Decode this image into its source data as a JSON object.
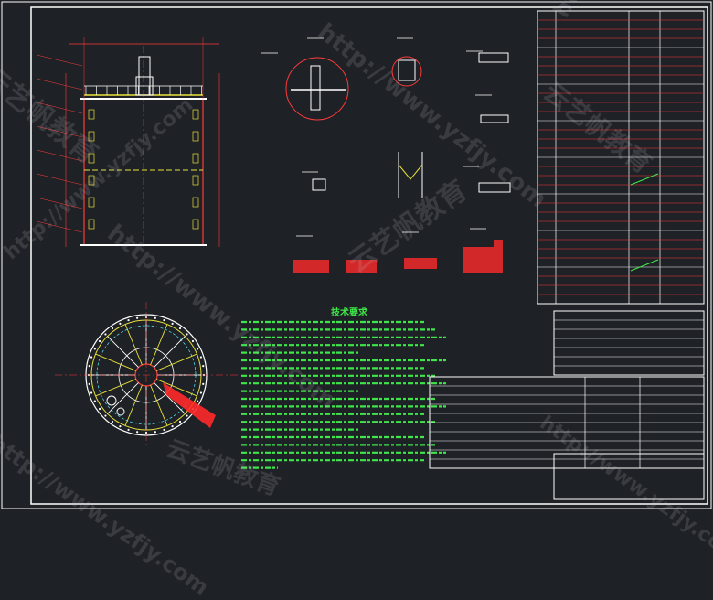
{
  "drawing": {
    "tech_requirements_title": "技术要求"
  },
  "watermarks": {
    "url": "http://www.yzfjy.com",
    "brand": "云艺帆教育"
  },
  "colors": {
    "background": "#1e2125",
    "frame": "#ffffff",
    "red": "#ff2a2a",
    "yellow": "#e8e23a",
    "green": "#3fe64a",
    "cyan": "#4fd8e6"
  }
}
